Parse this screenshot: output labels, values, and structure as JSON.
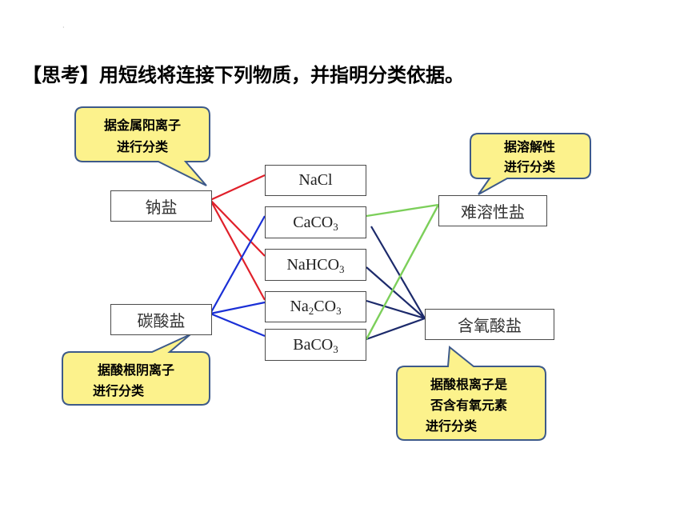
{
  "title": "【思考】用短线将连接下列物质，并指明分类依据。",
  "top_dot": "·",
  "categories": {
    "left_top": "钠盐",
    "left_bottom": "碳酸盐",
    "right_top": "难溶性盐",
    "right_bottom": "含氧酸盐"
  },
  "substances": {
    "nacl": {
      "main": "NaCl"
    },
    "caco3": {
      "a": "CaCO",
      "sub": "3"
    },
    "nahco3": {
      "a": "NaHCO",
      "sub": "3"
    },
    "na2co3": {
      "a": "Na",
      "sub1": "2",
      "b": "CO",
      "sub2": "3"
    },
    "baco3": {
      "a": "BaCO",
      "sub": "3"
    }
  },
  "callouts": {
    "metal_cation": [
      "据金属阳离子",
      "进行分类"
    ],
    "solubility": [
      "据溶解性",
      "进行分类"
    ],
    "acid_anion": [
      "据酸根阴离子",
      "进行分类"
    ],
    "oxygen": [
      "据酸根离子是",
      "否含有氧元素",
      "进行分类"
    ]
  },
  "colors": {
    "callout_fill": "#fcf28c",
    "callout_stroke": "#3d5a8a",
    "red_line": "#e0202a",
    "blue_line": "#1a2fd6",
    "navy_line": "#1c2a6b",
    "green_line": "#7ccf5a"
  }
}
